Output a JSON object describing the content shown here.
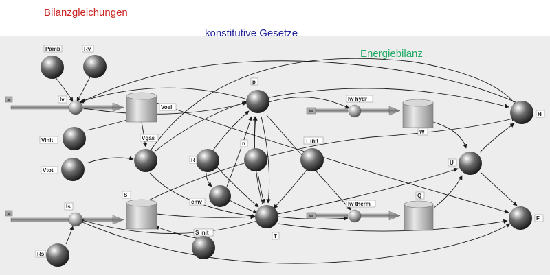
{
  "headings": {
    "bilanz": {
      "text": "Bilanzgleichungen",
      "color": "#cc2222"
    },
    "konst": {
      "text": "konstitutive Gesetze",
      "color": "#22229a"
    },
    "energie": {
      "text": "Energiebilanz",
      "color": "#22aa66"
    }
  },
  "nodes": {
    "Pamb": "Pamb",
    "Rv": "Rv",
    "Iv": "Iv",
    "Voel": "Voel",
    "Vinit": "Vinit",
    "Vgas": "Vgas",
    "Vtot": "Vtot",
    "p": "p",
    "n": "n",
    "R": "R",
    "cmv": "cmv",
    "Tinit": "T init",
    "S": "S",
    "Sinit": "S init",
    "Is": "Is",
    "Rs": "Rs",
    "T": "T",
    "Iwhydr": "Iw hydr",
    "W": "W",
    "Iwtherm": "Iw therm",
    "Q": "Q",
    "U": "U",
    "H": "H",
    "F": "F",
    "cloud1": "∞",
    "cloud2": "∞",
    "cloud3": "∞",
    "cloud4": "∞"
  },
  "colors": {
    "sphere_light": "#ffffff",
    "sphere_dark": "#1a1a1a",
    "stock_body": "#b8b8b8",
    "edge": "#1a1a1a",
    "flow_pipe": "#888888",
    "canvas_bg": "#ededed"
  }
}
